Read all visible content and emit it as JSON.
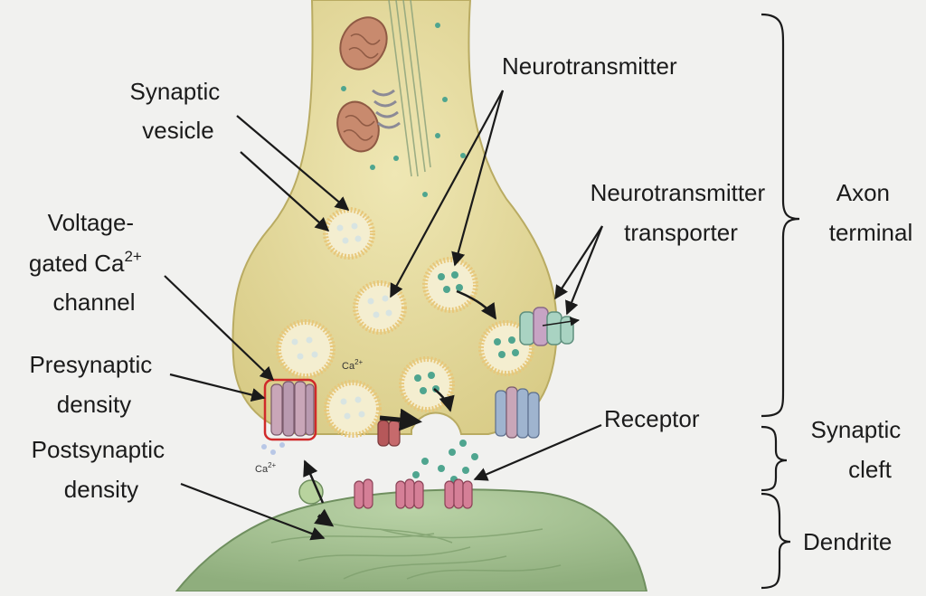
{
  "labels": {
    "synaptic_vesicle": [
      "Synaptic",
      "vesicle"
    ],
    "neurotransmitter": "Neurotransmitter",
    "nt_transporter": [
      "Neurotransmitter",
      "transporter"
    ],
    "ca_channel": [
      "Voltage-",
      "gated Ca",
      "2+",
      "channel"
    ],
    "presynaptic_density": [
      "Presynaptic",
      "density"
    ],
    "postsynaptic_density": [
      "Postsynaptic",
      "density"
    ],
    "receptor": "Receptor",
    "axon_terminal": [
      "Axon",
      "terminal"
    ],
    "synaptic_cleft": [
      "Synaptic",
      "cleft"
    ],
    "dendrite": "Dendrite",
    "ca_ion_inside": "Ca",
    "ca_ion_inside_sup": "2+",
    "ca_ion_outside": "Ca",
    "ca_ion_outside_sup": "2+"
  },
  "colors": {
    "axon_fill": "#e6dc9f",
    "axon_edge": "#b9ab62",
    "dendrite_fill": "#a9c496",
    "dendrite_edge": "#6f8f5f",
    "vesicle_membrane": "#e8c77a",
    "neurotransmitter": "#4fa58f",
    "receptor": "#c9647a",
    "channel_outline": "#d02a2a",
    "background": "#f1f1ef"
  }
}
